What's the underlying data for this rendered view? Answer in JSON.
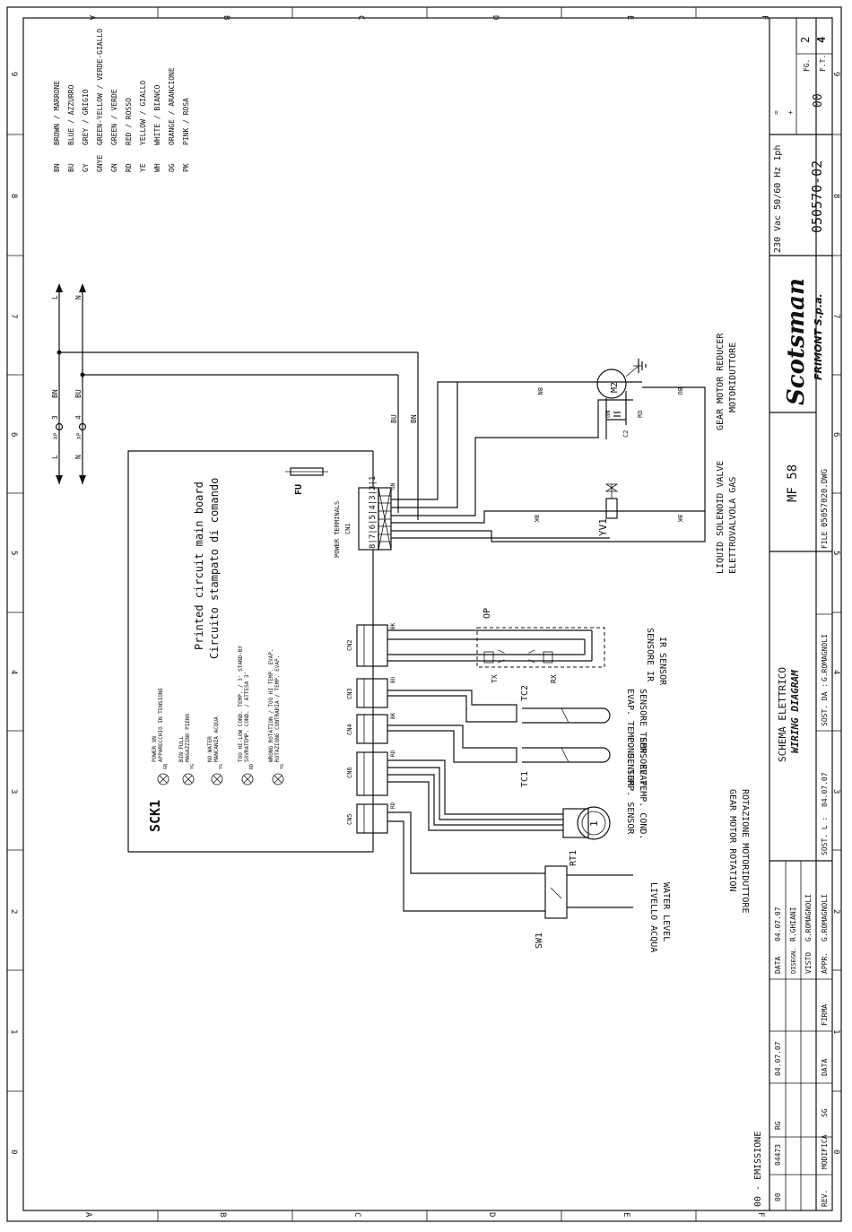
{
  "border": {
    "columns": [
      "0",
      "1",
      "2",
      "3",
      "4",
      "5",
      "6",
      "7",
      "8",
      "9"
    ],
    "rows": [
      "A",
      "B",
      "C",
      "D",
      "E",
      "F"
    ]
  },
  "legend": [
    {
      "code": "BN",
      "name": "BROWN / MARRONE"
    },
    {
      "code": "BU",
      "name": "BLUE / AZZURRO"
    },
    {
      "code": "GY",
      "name": "GREY / GRIGIO"
    },
    {
      "code": "GNYE",
      "name": "GREEN-YELLOW / VERDE-GIALLO"
    },
    {
      "code": "GN",
      "name": "GREEN / VERDE"
    },
    {
      "code": "RD",
      "name": "RED / ROSSO"
    },
    {
      "code": "YE",
      "name": "YELLOW / GIALLO"
    },
    {
      "code": "WH",
      "name": "WHITE / BIANCO"
    },
    {
      "code": "OG",
      "name": "ORANGE / ARANCIONE"
    },
    {
      "code": "PK",
      "name": "PINK / ROSA"
    }
  ],
  "power": {
    "L": "L",
    "N": "N",
    "xp": "XP",
    "term_l": "3",
    "term_n": "4",
    "bn": "BN",
    "bu": "BU",
    "gn": "GN"
  },
  "board": {
    "id": "SCK1",
    "title_en": "Printed circuit main board",
    "title_it": "Circuito stampato di comando",
    "power_terminals": "POWER TERMINALS",
    "cn1": "CN1",
    "pins": "8|7|6|5|4|3|2|1",
    "fuse": "FU",
    "connectors": [
      "CN2",
      "CN3",
      "CN4",
      "CN6",
      "CN5"
    ],
    "conn_wires": [
      "BK",
      "BU",
      "BK",
      "RD",
      "RD"
    ]
  },
  "leds": [
    {
      "en": "POWER ON",
      "it": "APPARECCHIO IN TENSIONE",
      "color": "GN"
    },
    {
      "en": "BIN FULL",
      "it": "MAGAZZINO PIENO",
      "color": "YG"
    },
    {
      "en": "NO WATER",
      "it": "MANCANZA ACQUA",
      "color": "YG"
    },
    {
      "en": "TOO HI-LOW COND. TEMP. / 3' STAND-BY",
      "it": "SOVRATEMP. COND. / ATTESA 3'",
      "color": "RD"
    },
    {
      "en": "WRONG ROTATION / TOO HI TEMP. EVAP.",
      "it": "ROTAZIONE CONTRARIA / TEMP. EVAP.",
      "color": "YG"
    }
  ],
  "components": {
    "m2": "M2",
    "c2": "C2",
    "gn": "GN",
    "rd": "RD",
    "bn": "BN",
    "bu": "BU",
    "gear_en": "GEAR MOTOR REDUCER",
    "gear_it": "MOTORIDUTTORE",
    "yv1": "YV1",
    "bk": "BK",
    "valve_en": "LIQUID SOLENOID VALVE",
    "valve_it": "ELETTROVALVOLA GAS",
    "op": "OP",
    "tx": "TX",
    "rx": "RX",
    "ir_en": "IR SENSOR",
    "ir_it": "SENSORE IR",
    "tc2": "TC2",
    "evap_en": "EVAP. TEMP. SENSOR",
    "evap_it": "SENSORE TEMP. EVAP.",
    "tc1": "TC1",
    "cond_en": "COND. TEMP. SENSOR",
    "cond_it": "SENSORE TEMP. COND.",
    "rt1": "RT1",
    "rot_en": "GEAR MOTOR ROTATION",
    "rot_it": "ROTAZIONE MOTORIDUTTORE",
    "sw1": "SW1",
    "water_en": "WATER LEVEL",
    "water_it": "LIVELLO ACQUA",
    "rt_num": "1"
  },
  "title_block": {
    "voltage": "230 Vac 50/60 Hz 1ph",
    "drawing_no": "050570-02",
    "rev": "00",
    "fg_label": "FG.",
    "fg": "2",
    "ft_label": "F.T.",
    "ft": "4",
    "brand": "Scotsman",
    "company": "FRIMONT S.p.a.",
    "model": "MF 58",
    "file_label": "FILE :",
    "file": "05057020.DWG",
    "schema_it": "SCHEMA ELETTRICO",
    "schema_en": "WIRING DIAGRAM",
    "sost_da_label": "SOST. DA :",
    "sost_da": "G.ROMAGNOLI",
    "sost_l_label": "SOST. L :",
    "sost_l": "04.07.07",
    "data_label": "DATA",
    "data": "04.07.07",
    "disegn_label": "DISEGN.",
    "disegn": "R.GHIANI",
    "visto_label": "VISTO",
    "visto": "G.ROMAGNOLI",
    "appr_label": "APPR.",
    "appr": "G.ROMAGNOLI",
    "firma_label": "FIRMA",
    "mod_data_label": "DATA",
    "sg": "SG",
    "modifica_label": "MODIFICA",
    "rev_label": "REV.",
    "emission": "00 - EMISSIONE",
    "row00": "00",
    "row_num": "04473",
    "row_rg": "RG",
    "row_date": "04.07.07",
    "plus": "+",
    "eq": "="
  }
}
